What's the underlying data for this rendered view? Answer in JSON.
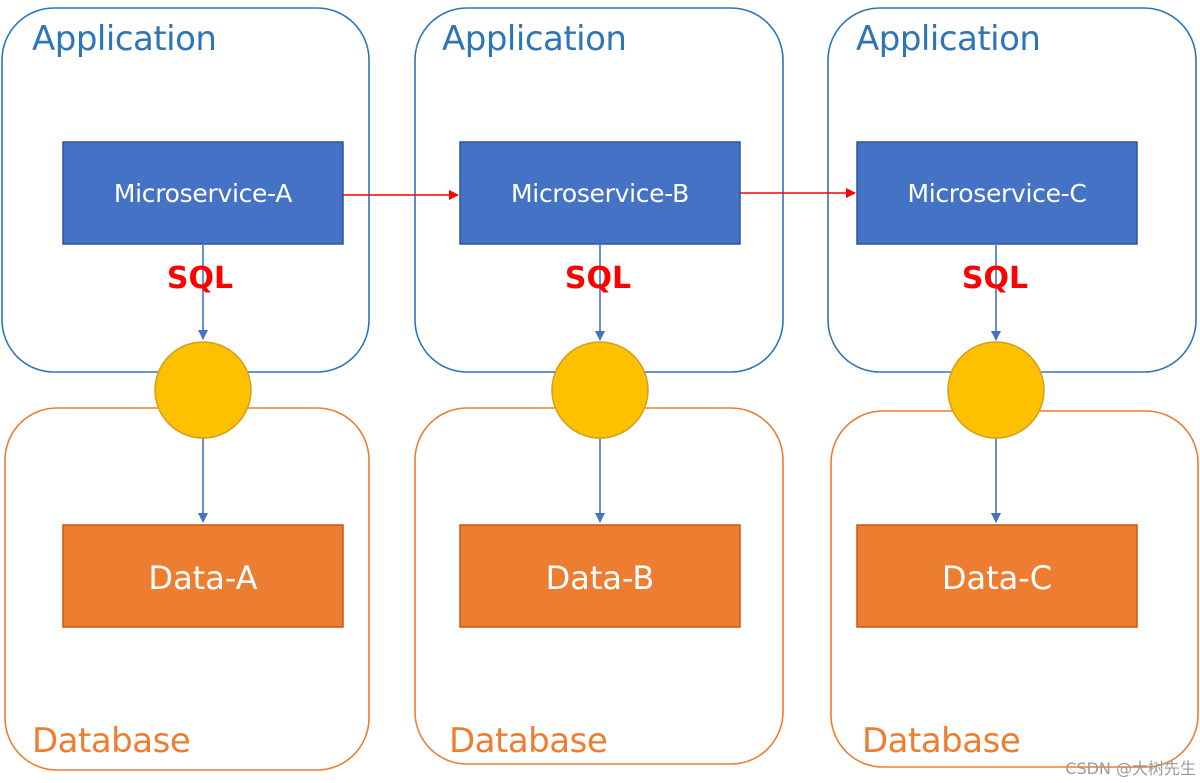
{
  "colors": {
    "app_border": "#2e75b6",
    "db_border": "#ed7d31",
    "service_fill": "#4472c4",
    "service_border": "#2f5597",
    "data_fill": "#ed7d31",
    "data_border": "#c55a11",
    "connector_fill": "#ffc000",
    "connector_border": "#d4a017",
    "call_arrow": "#ff0000",
    "query_arrow": "#4472c4",
    "sql_text": "#ff0000"
  },
  "columns": [
    {
      "application_label": "Application",
      "service_label": "Microservice-A",
      "sql_label": "SQL",
      "data_label": "Data-A",
      "database_label": "Database"
    },
    {
      "application_label": "Application",
      "service_label": "Microservice-B",
      "sql_label": "SQL",
      "data_label": "Data-B",
      "database_label": "Database"
    },
    {
      "application_label": "Application",
      "service_label": "Microservice-C",
      "sql_label": "SQL",
      "data_label": "Data-C",
      "database_label": "Database"
    }
  ],
  "edges": [
    {
      "from": "Microservice-A",
      "to": "Microservice-B"
    },
    {
      "from": "Microservice-B",
      "to": "Microservice-C"
    }
  ],
  "watermark": "CSDN @大树先生"
}
